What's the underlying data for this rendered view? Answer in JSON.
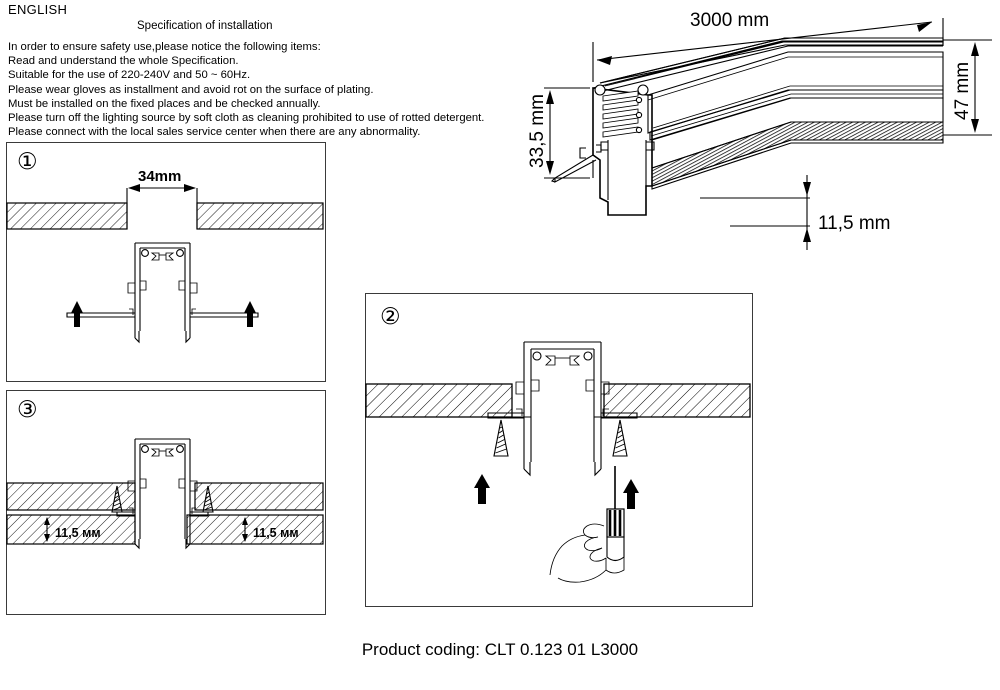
{
  "document": {
    "language_heading": "ENGLISH",
    "spec_title": "Specification of installation",
    "notices": [
      "In order to ensure safety use,please notice the following items:",
      "Read and understand the whole Specification.",
      "Suitable for the use of 220-240V and 50 ~ 60Hz.",
      "Please wear gloves as installment and avoid rot on the surface of plating.",
      "Must be installed on the fixed places and be checked annually.",
      "Please turn off the lighting source by soft cloth as cleaning prohibited to use of rotted detergent.",
      "Please connect with the local sales service center when there are any abnormality."
    ],
    "product_coding": "Product coding: CLT 0.123 01 L3000"
  },
  "product_view": {
    "dimensions": {
      "length": "3000 mm",
      "height_total": "47 mm",
      "height_body": "33,5 mm",
      "height_lens": "11,5 mm"
    }
  },
  "steps": [
    {
      "id": "step-1",
      "badge": "①",
      "dimension_label": "34mm"
    },
    {
      "id": "step-2",
      "badge": "②"
    },
    {
      "id": "step-3",
      "badge": "③",
      "dimension_left": "11,5 мм",
      "dimension_right": "11,5 мм"
    }
  ]
}
